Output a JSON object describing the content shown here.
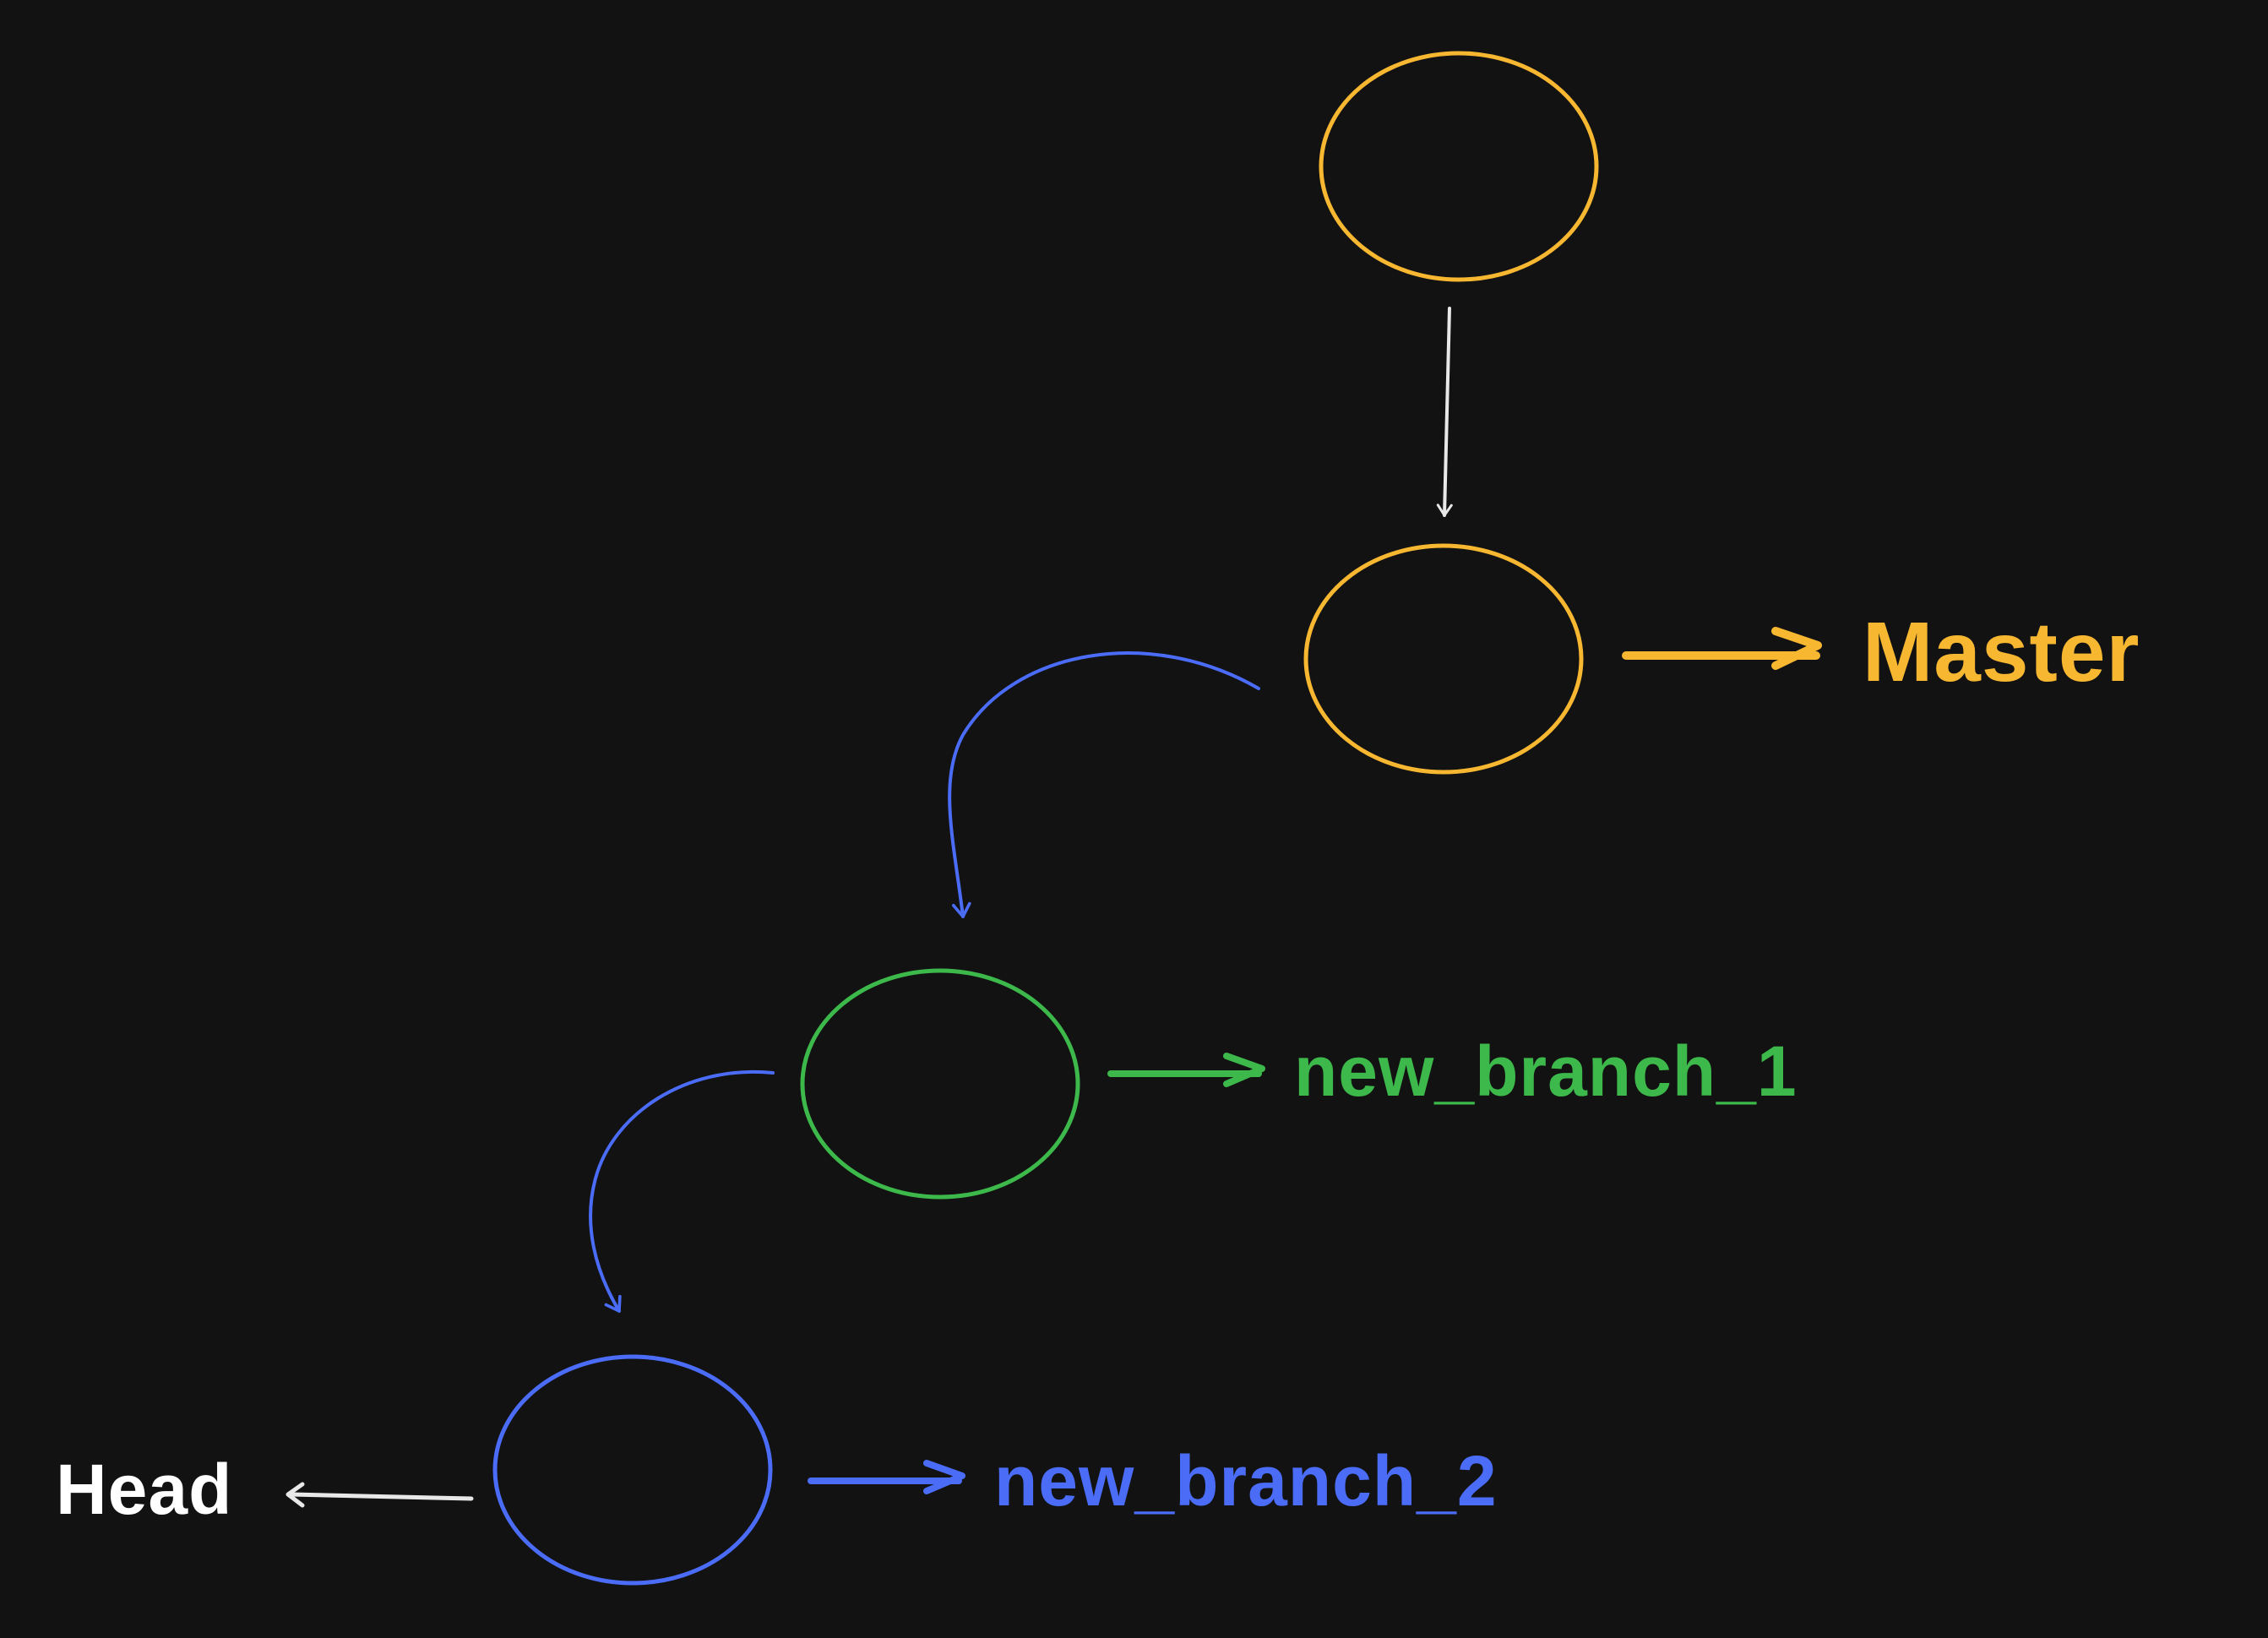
{
  "colors": {
    "background": "#121212",
    "master": "#F7B731",
    "branch_1": "#3DB84B",
    "branch_2": "#4A6CF7",
    "head": "#FFFFFF",
    "connector": "#E8E8E8"
  },
  "labels": {
    "master": "Master",
    "branch_1": "new_branch_1",
    "branch_2": "new_branch_2",
    "head": "Head"
  }
}
